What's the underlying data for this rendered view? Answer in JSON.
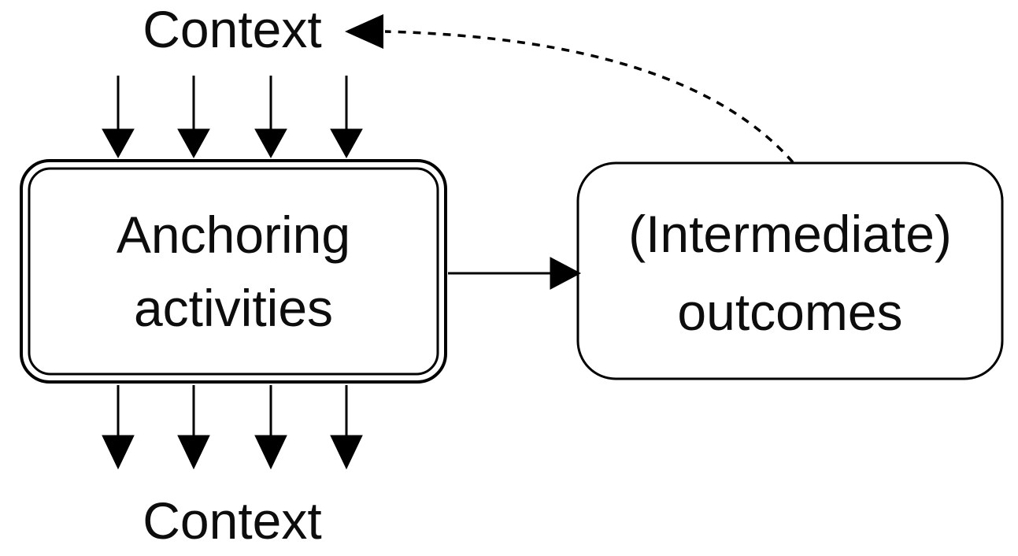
{
  "diagram": {
    "context_top_label": "Context",
    "context_bottom_label": "Context",
    "anchoring_box": {
      "line1": "Anchoring",
      "line2": "activities"
    },
    "outcomes_box": {
      "line1": "(Intermediate)",
      "line2": "outcomes"
    },
    "arrows": {
      "top_inflow_count": 4,
      "bottom_outflow_count": 4,
      "output_arrow": "solid right arrow from anchoring activities to outcomes",
      "feedback_arrow": "dashed curved arrow from outcomes back to top context"
    },
    "colors": {
      "ink": "#0d0d0d",
      "line": "#000000",
      "background": "#ffffff"
    }
  }
}
